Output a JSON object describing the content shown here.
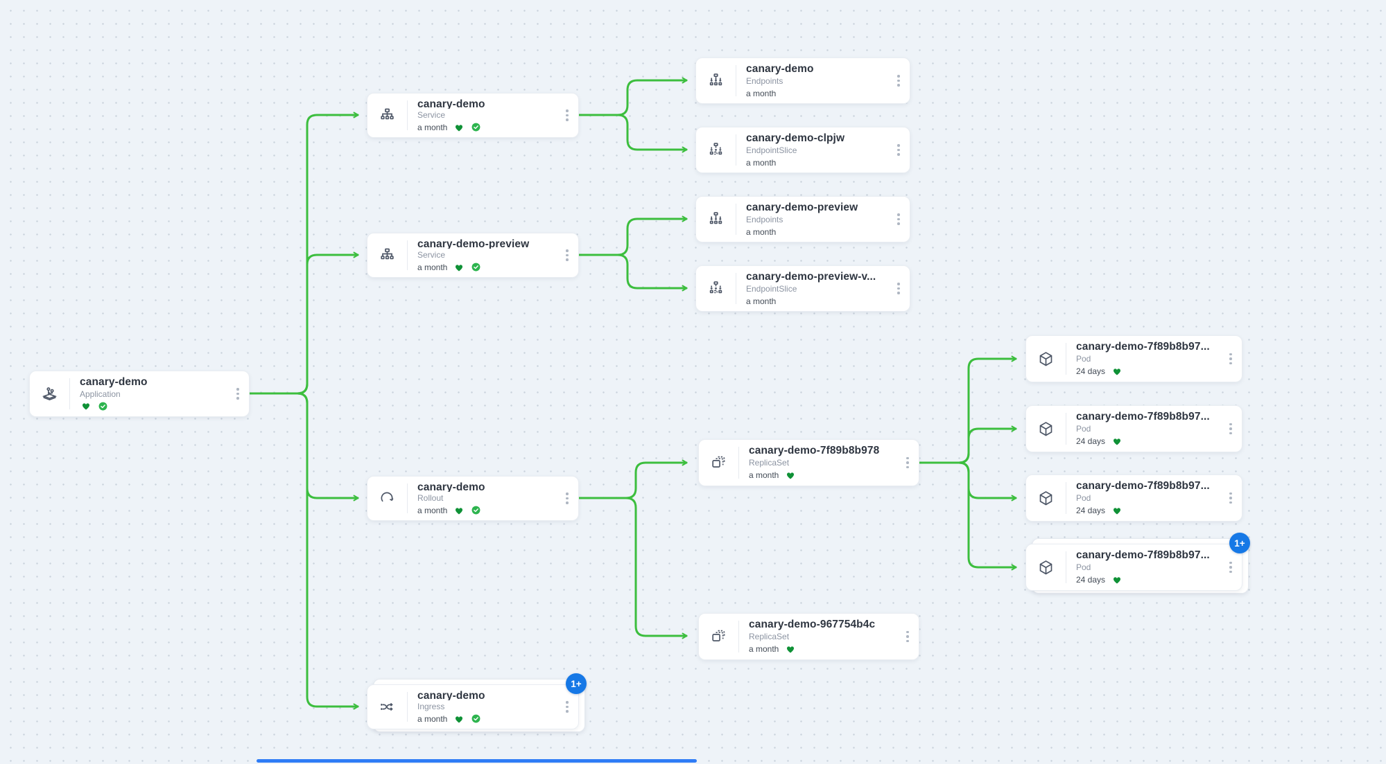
{
  "colors": {
    "canvas_bg": "#eef3f8",
    "edge_green": "#3cbe3e",
    "badge_blue": "#1678e6",
    "heart_green": "#0f9136",
    "synced_green": "#2db44e"
  },
  "nodes": [
    {
      "title": "canary-demo",
      "kind": "Application",
      "age": "",
      "heart": true,
      "synced": true,
      "icon": "application-icon",
      "badge": "",
      "stacked": false
    },
    {
      "title": "canary-demo",
      "kind": "Service",
      "age": "a month",
      "heart": true,
      "synced": true,
      "icon": "service-icon",
      "badge": "",
      "stacked": false
    },
    {
      "title": "canary-demo-preview",
      "kind": "Service",
      "age": "a month",
      "heart": true,
      "synced": true,
      "icon": "service-icon",
      "badge": "",
      "stacked": false
    },
    {
      "title": "canary-demo",
      "kind": "Rollout",
      "age": "a month",
      "heart": true,
      "synced": true,
      "icon": "rollout-icon",
      "badge": "",
      "stacked": false
    },
    {
      "title": "canary-demo",
      "kind": "Ingress",
      "age": "a month",
      "heart": true,
      "synced": true,
      "icon": "ingress-icon",
      "badge": "1+",
      "stacked": true
    },
    {
      "title": "canary-demo",
      "kind": "Endpoints",
      "age": "a month",
      "heart": false,
      "synced": false,
      "icon": "endpoints-icon",
      "badge": "",
      "stacked": false
    },
    {
      "title": "canary-demo-clpjw",
      "kind": "EndpointSlice",
      "age": "a month",
      "heart": false,
      "synced": false,
      "icon": "endpointslice-icon",
      "badge": "",
      "stacked": false
    },
    {
      "title": "canary-demo-preview",
      "kind": "Endpoints",
      "age": "a month",
      "heart": false,
      "synced": false,
      "icon": "endpoints-icon",
      "badge": "",
      "stacked": false
    },
    {
      "title": "canary-demo-preview-v...",
      "kind": "EndpointSlice",
      "age": "a month",
      "heart": false,
      "synced": false,
      "icon": "endpointslice-icon",
      "badge": "",
      "stacked": false
    },
    {
      "title": "canary-demo-7f89b8b978",
      "kind": "ReplicaSet",
      "age": "a month",
      "heart": true,
      "synced": false,
      "icon": "replicaset-icon",
      "badge": "",
      "stacked": false
    },
    {
      "title": "canary-demo-967754b4c",
      "kind": "ReplicaSet",
      "age": "a month",
      "heart": true,
      "synced": false,
      "icon": "replicaset-icon",
      "badge": "",
      "stacked": false
    },
    {
      "title": "canary-demo-7f89b8b97...",
      "kind": "Pod",
      "age": "24 days",
      "heart": true,
      "synced": false,
      "icon": "pod-icon",
      "badge": "",
      "stacked": false
    },
    {
      "title": "canary-demo-7f89b8b97...",
      "kind": "Pod",
      "age": "24 days",
      "heart": true,
      "synced": false,
      "icon": "pod-icon",
      "badge": "",
      "stacked": false
    },
    {
      "title": "canary-demo-7f89b8b97...",
      "kind": "Pod",
      "age": "24 days",
      "heart": true,
      "synced": false,
      "icon": "pod-icon",
      "badge": "",
      "stacked": false
    },
    {
      "title": "canary-demo-7f89b8b97...",
      "kind": "Pod",
      "age": "24 days",
      "heart": true,
      "synced": false,
      "icon": "pod-icon",
      "badge": "1+",
      "stacked": true
    }
  ],
  "scrollbar": {
    "color": "#2f7cf6"
  }
}
